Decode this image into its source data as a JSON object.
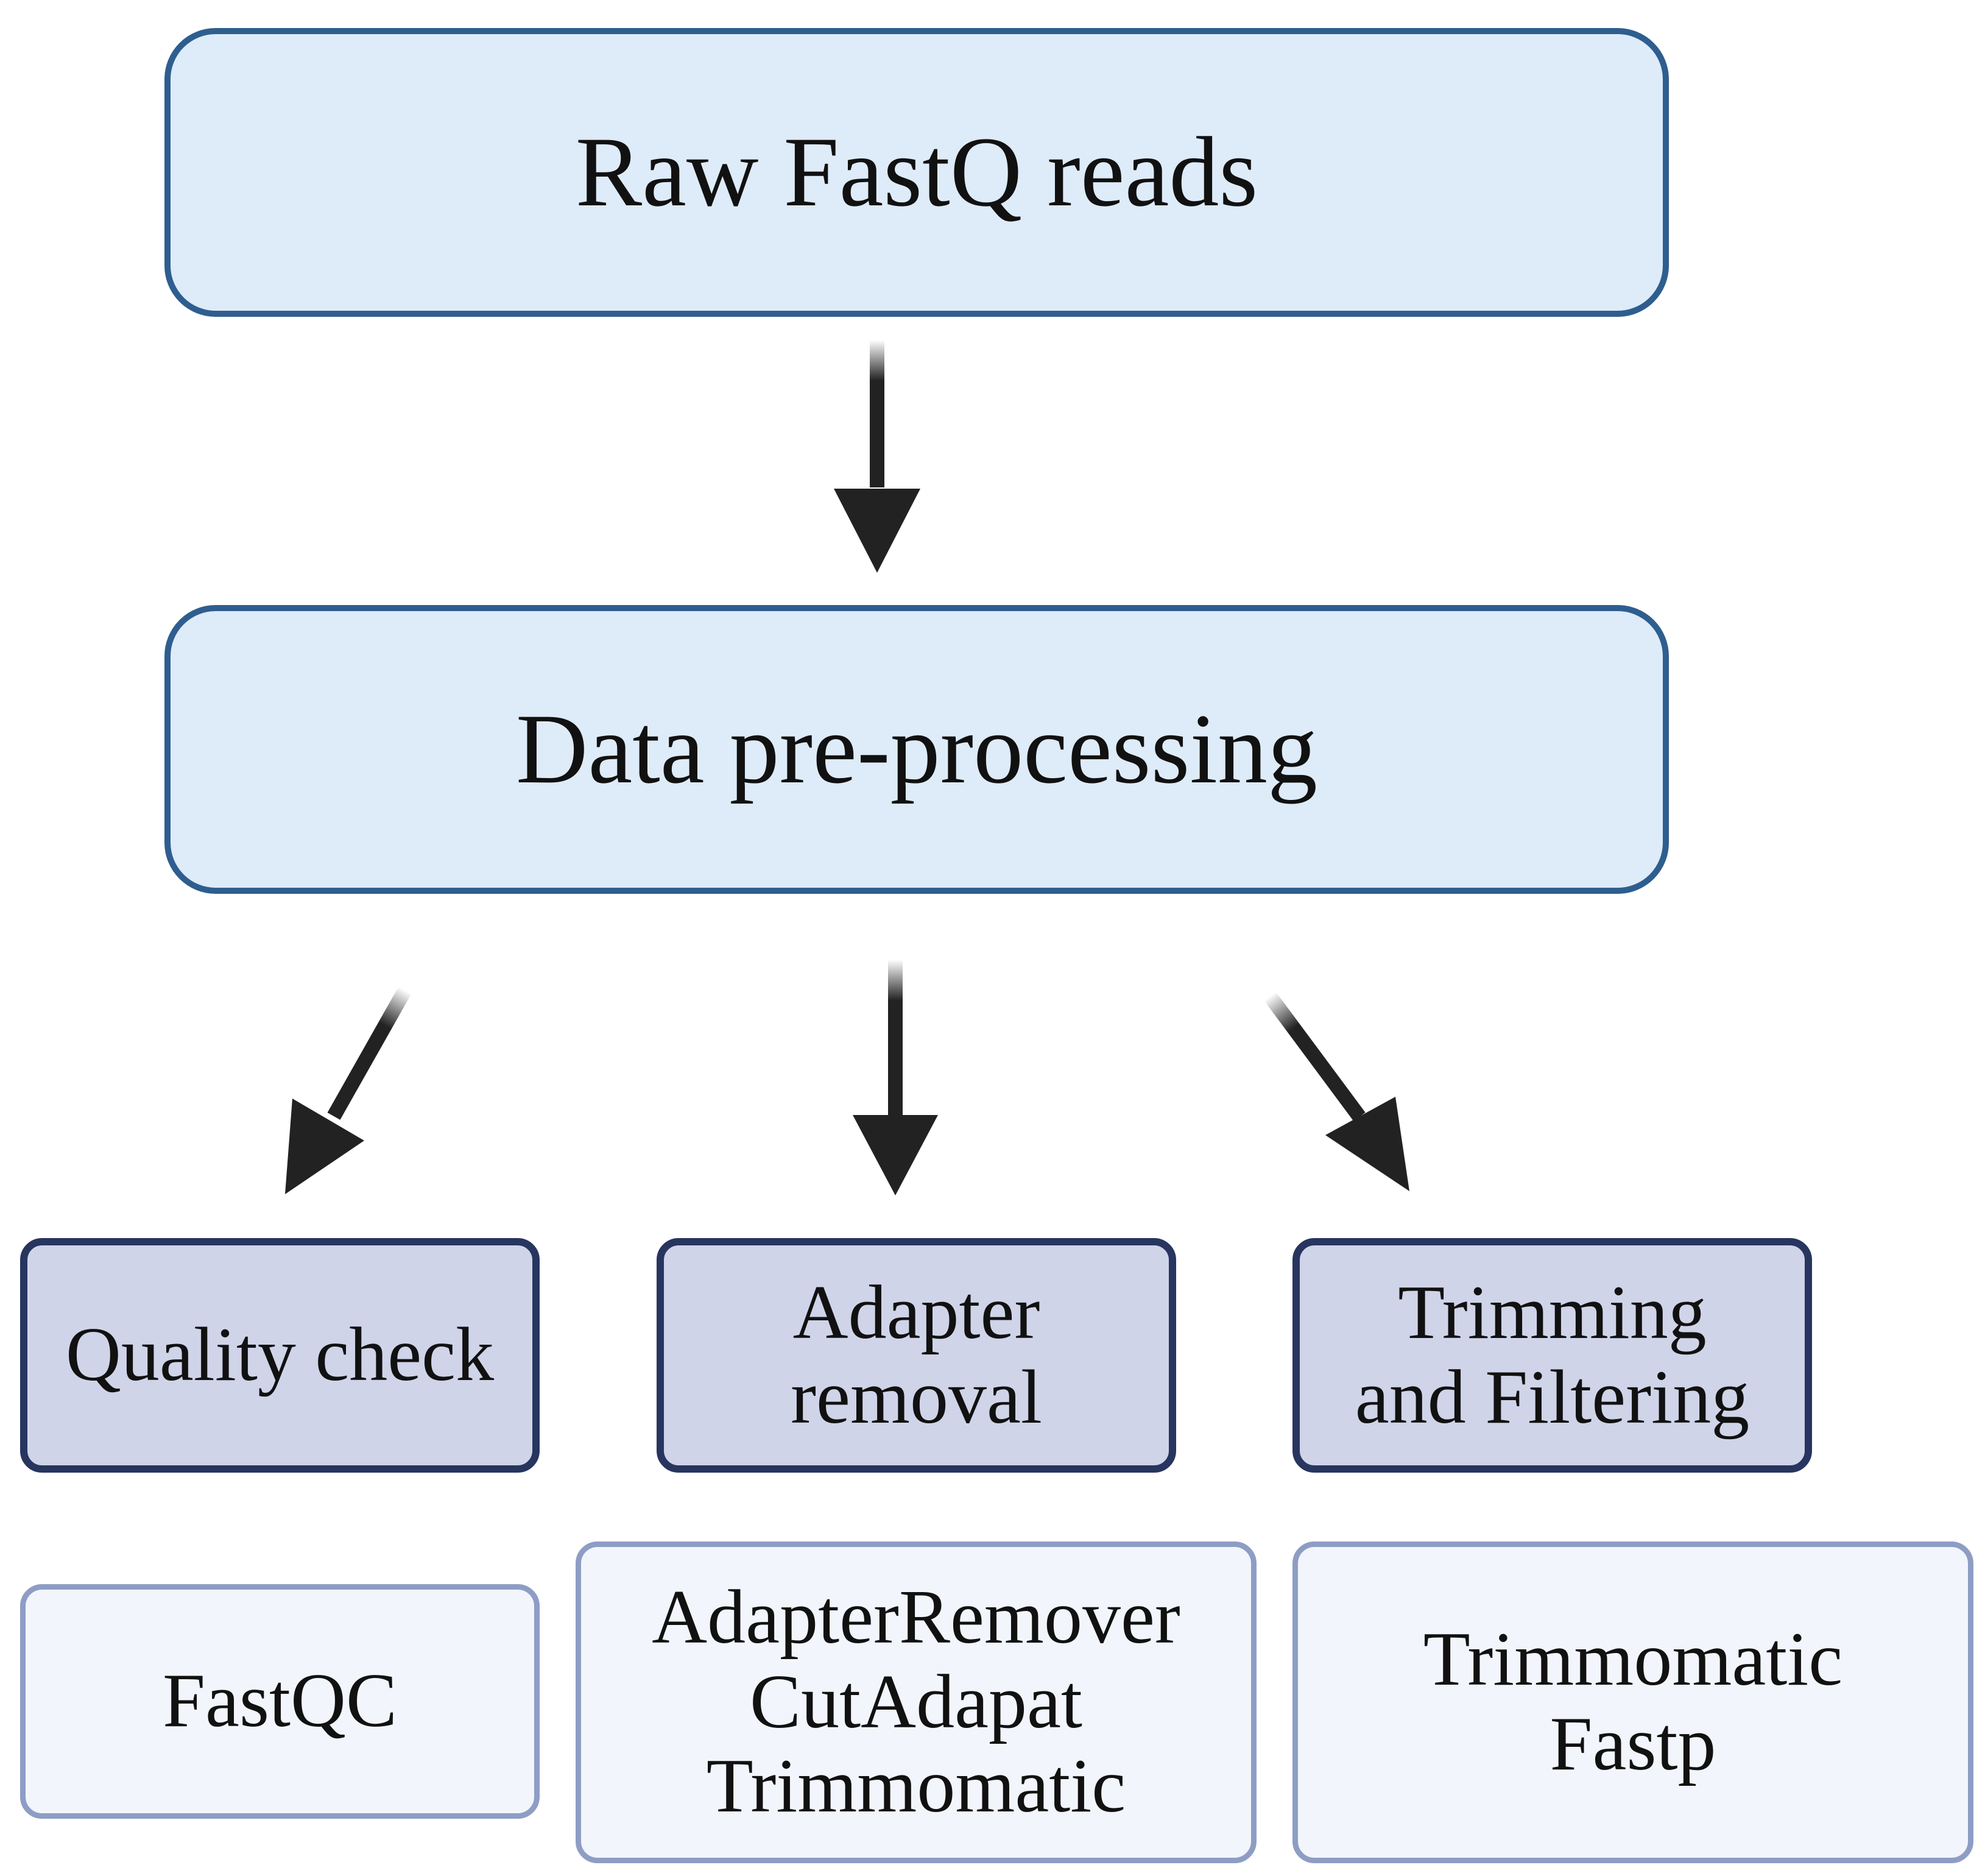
{
  "nodes": {
    "raw": {
      "label": "Raw FastQ reads"
    },
    "preprocessing": {
      "label": "Data pre-processing"
    },
    "steps": [
      {
        "lines": [
          "Quality check"
        ]
      },
      {
        "lines": [
          "Adapter",
          "removal"
        ]
      },
      {
        "lines": [
          "Trimming",
          "and Filtering"
        ]
      }
    ],
    "tools": [
      {
        "lines": [
          "FastQC"
        ]
      },
      {
        "lines": [
          "AdapterRemover",
          "CutAdapat",
          "Trimmomatic"
        ]
      },
      {
        "lines": [
          "Trimmomatic",
          "Fastp"
        ]
      }
    ]
  },
  "colors": {
    "main_fill": "#deebf8",
    "main_border": "#2e5e8f",
    "step_fill": "#cfd4e9",
    "step_border": "#27355f",
    "tool_fill": "#f2f5fb",
    "tool_border": "#8e9dc4",
    "arrow": "#222222"
  }
}
